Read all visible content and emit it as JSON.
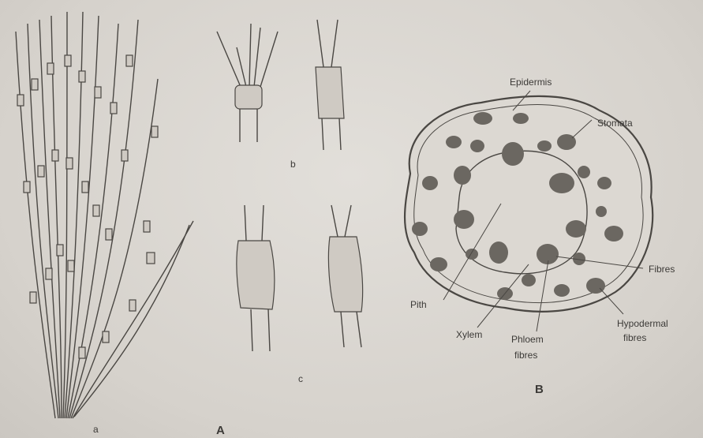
{
  "figure": {
    "panel_A": {
      "label": "A",
      "sub_a": "a",
      "sub_b": "b",
      "sub_c": "c"
    },
    "panel_B": {
      "label": "B",
      "labels": {
        "epidermis": "Epidermis",
        "stomata": "Stomata",
        "fibres": "Fibres",
        "hypodermal_fibres_1": "Hypodermal",
        "hypodermal_fibres_2": "fibres",
        "phloem_fibres_1": "Phloem",
        "phloem_fibres_2": "fibres",
        "xylem": "Xylem",
        "pith": "Pith"
      }
    },
    "colors": {
      "paper": "#d9d5cf",
      "ink": "#4a4743",
      "bundle": "#6b6761"
    }
  }
}
